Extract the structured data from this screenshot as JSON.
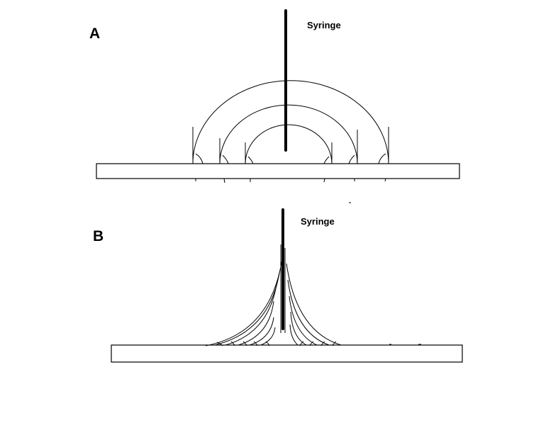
{
  "panels": [
    {
      "label": "A",
      "callout": "Syringe"
    },
    {
      "label": "B",
      "callout": "Syringe"
    }
  ]
}
